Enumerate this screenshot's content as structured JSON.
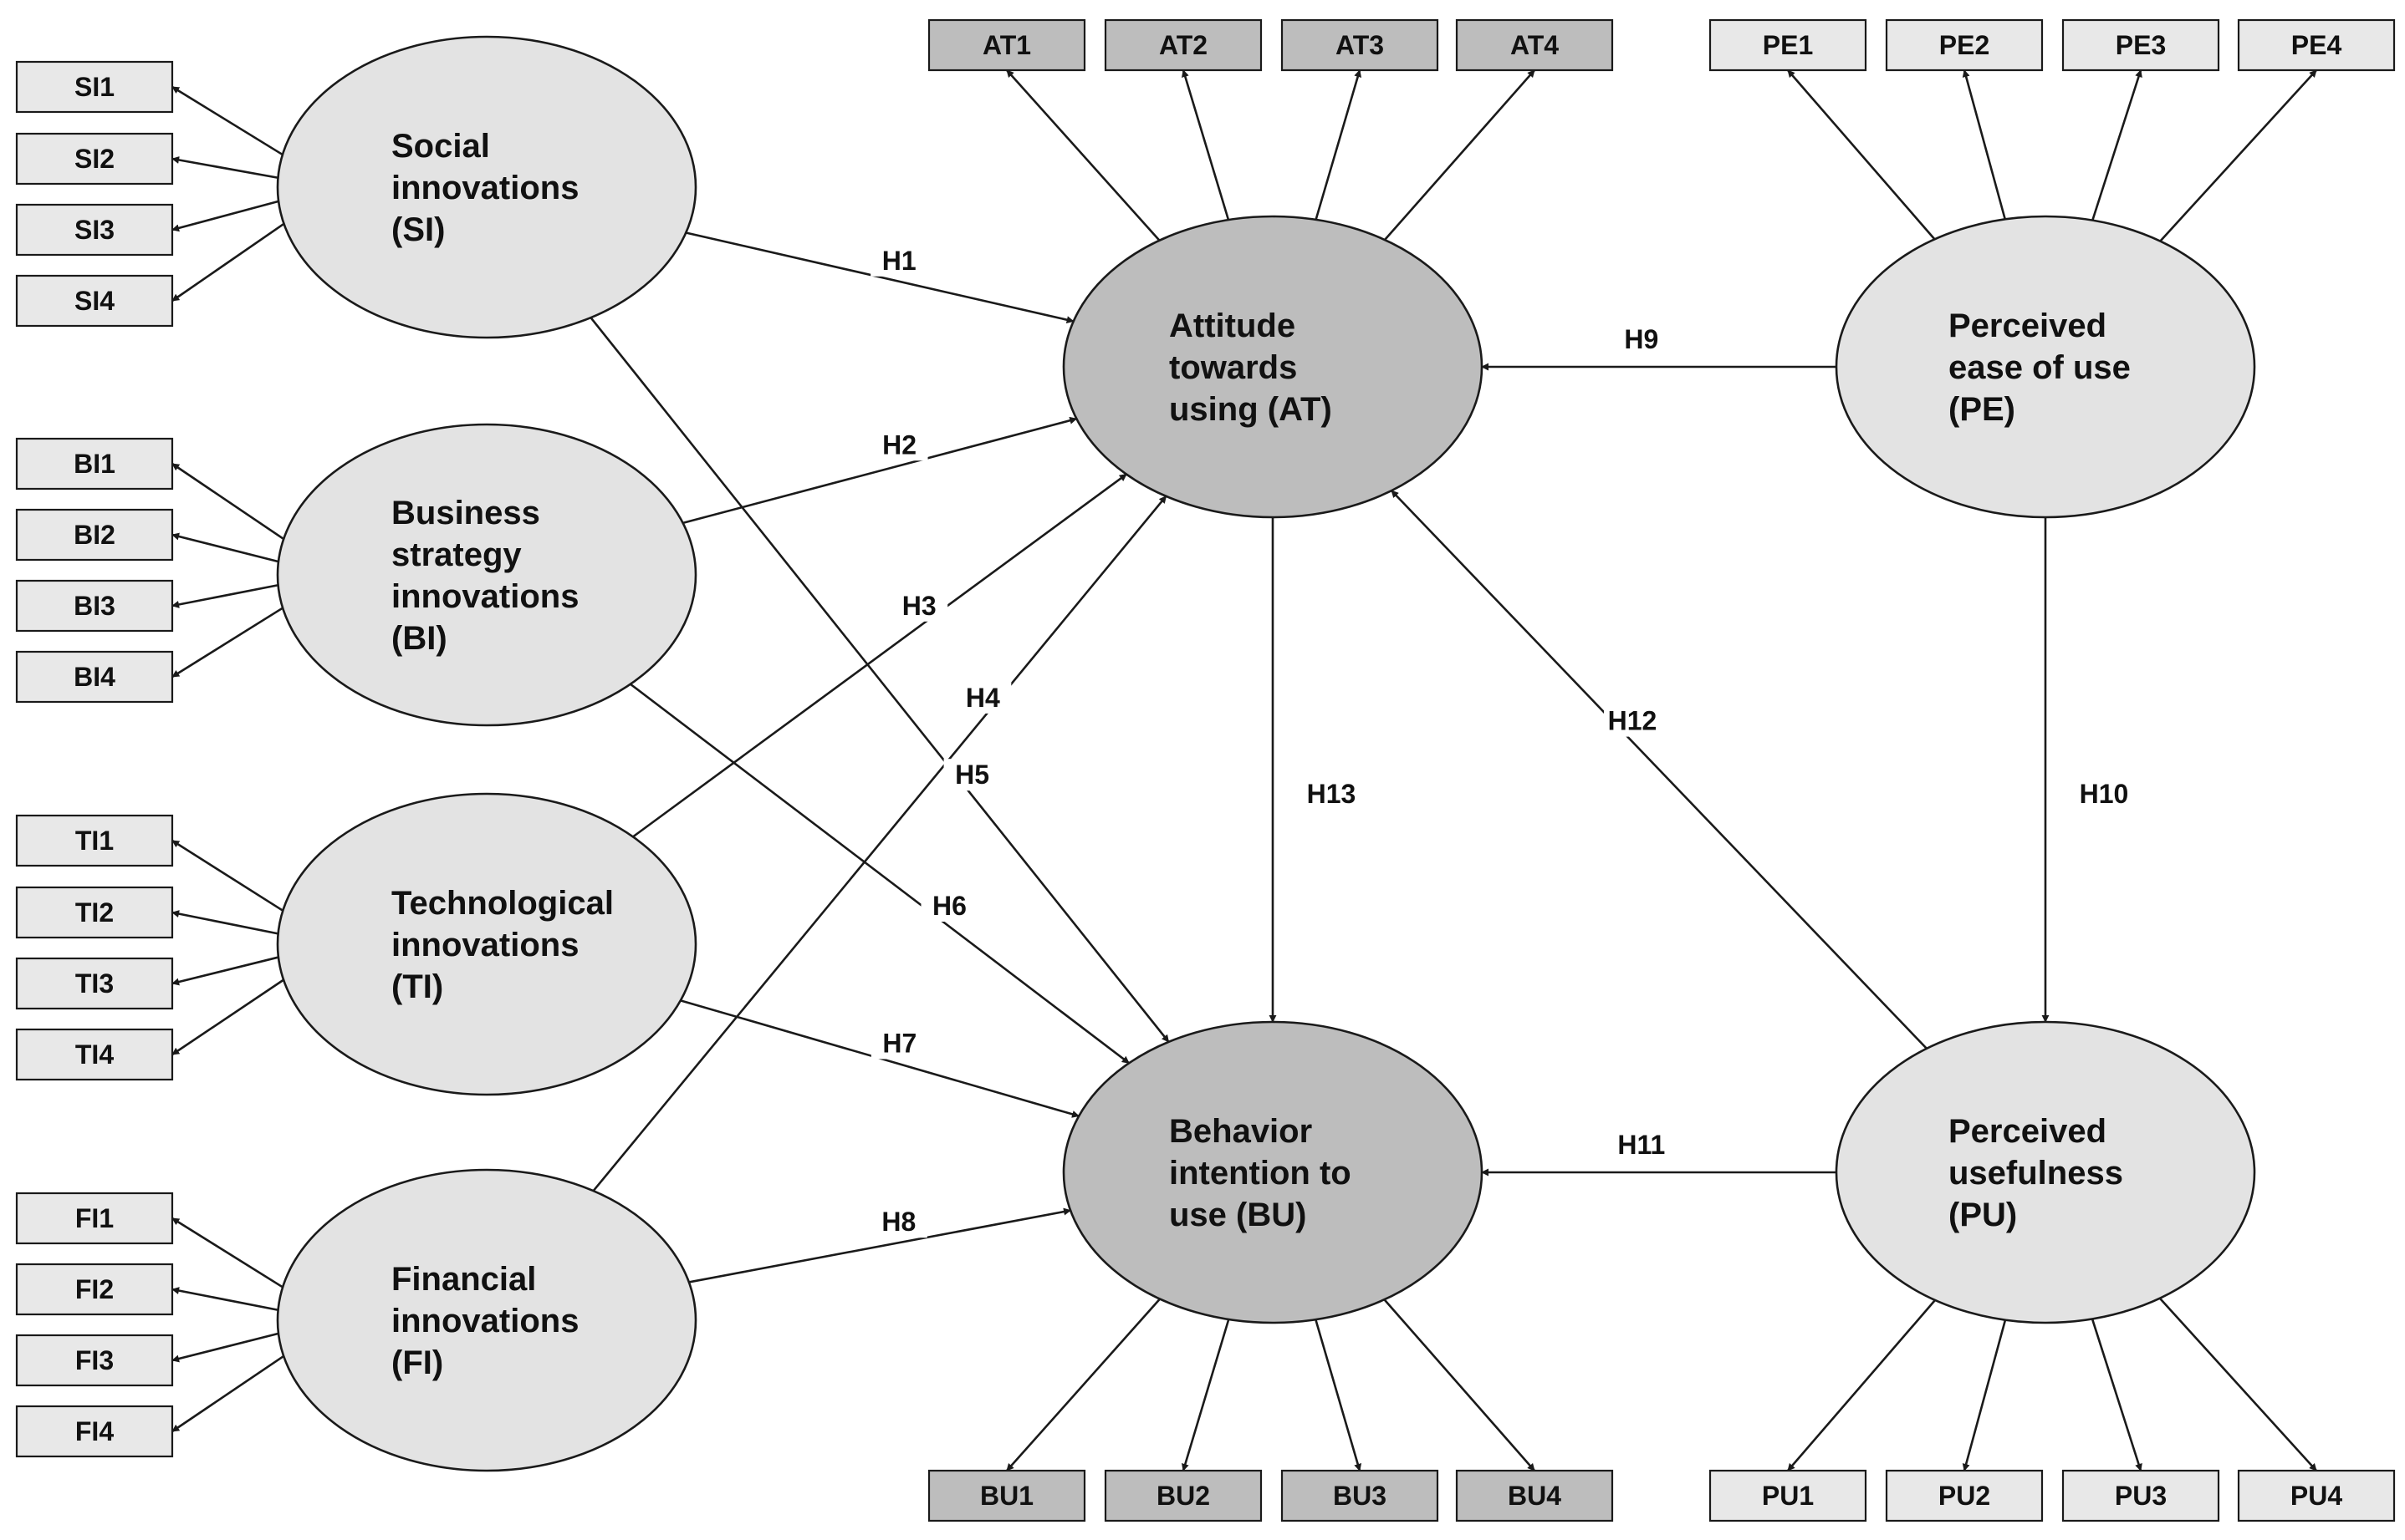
{
  "colors": {
    "exogenous_fill": "#e3e3e3",
    "endogenous_fill": "#bdbdbd",
    "indicator_light": "#e8e8e8",
    "indicator_dark": "#bdbdbd",
    "stroke": "#1a1a1a",
    "background": "#ffffff"
  },
  "constructs": [
    {
      "id": "SI",
      "lines": [
        "Social",
        "innovations",
        "(SI)"
      ],
      "type": "exogenous"
    },
    {
      "id": "BI",
      "lines": [
        "Business",
        "strategy",
        "innovations",
        "(BI)"
      ],
      "type": "exogenous"
    },
    {
      "id": "TI",
      "lines": [
        "Technological",
        "innovations",
        "(TI)"
      ],
      "type": "exogenous"
    },
    {
      "id": "FI",
      "lines": [
        "Financial",
        "innovations",
        "(FI)"
      ],
      "type": "exogenous"
    },
    {
      "id": "AT",
      "lines": [
        "Attitude",
        "towards",
        "using (AT)"
      ],
      "type": "endogenous"
    },
    {
      "id": "BU",
      "lines": [
        "Behavior",
        "intention to",
        "use (BU)"
      ],
      "type": "endogenous"
    },
    {
      "id": "PE",
      "lines": [
        "Perceived",
        "ease of use",
        "(PE)"
      ],
      "type": "exogenous"
    },
    {
      "id": "PU",
      "lines": [
        "Perceived",
        "usefulness",
        "(PU)"
      ],
      "type": "exogenous"
    }
  ],
  "indicators": {
    "SI": [
      "SI1",
      "SI2",
      "SI3",
      "SI4"
    ],
    "BI": [
      "BI1",
      "BI2",
      "BI3",
      "BI4"
    ],
    "TI": [
      "TI1",
      "TI2",
      "TI3",
      "TI4"
    ],
    "FI": [
      "FI1",
      "FI2",
      "FI3",
      "FI4"
    ],
    "AT": [
      "AT1",
      "AT2",
      "AT3",
      "AT4"
    ],
    "PE": [
      "PE1",
      "PE2",
      "PE3",
      "PE4"
    ],
    "BU": [
      "BU1",
      "BU2",
      "BU3",
      "BU4"
    ],
    "PU": [
      "PU1",
      "PU2",
      "PU3",
      "PU4"
    ]
  },
  "hypotheses": [
    {
      "label": "H1",
      "from": "SI",
      "to": "AT"
    },
    {
      "label": "H2",
      "from": "BI",
      "to": "AT"
    },
    {
      "label": "H3",
      "from": "TI",
      "to": "AT"
    },
    {
      "label": "H4",
      "from": "FI",
      "to": "AT"
    },
    {
      "label": "H5",
      "from": "SI",
      "to": "BU"
    },
    {
      "label": "H6",
      "from": "BI",
      "to": "BU"
    },
    {
      "label": "H7",
      "from": "TI",
      "to": "BU"
    },
    {
      "label": "H8",
      "from": "FI",
      "to": "BU"
    },
    {
      "label": "H9",
      "from": "PE",
      "to": "AT"
    },
    {
      "label": "H10",
      "from": "PE",
      "to": "PU"
    },
    {
      "label": "H11",
      "from": "PU",
      "to": "BU"
    },
    {
      "label": "H12",
      "from": "PU",
      "to": "AT"
    },
    {
      "label": "H13",
      "from": "AT",
      "to": "BU"
    }
  ]
}
